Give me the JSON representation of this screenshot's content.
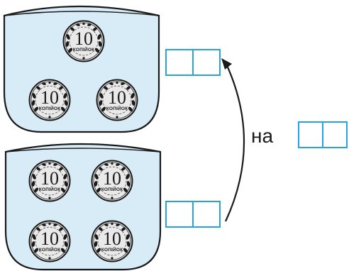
{
  "coin": {
    "value": "10",
    "unit": "КОПІЙОК"
  },
  "comparison_word": "на",
  "colors": {
    "cup_fill": "#d7ecf7",
    "cup_stroke": "#1a1a1a",
    "answer_box_stroke": "#29a3e0",
    "coin_fill": "#e9e9e9"
  },
  "top_cup": {
    "coin_count": 3
  },
  "bottom_cup": {
    "coin_count": 4
  },
  "answer_boxes": {
    "top_cells": [
      "",
      ""
    ],
    "bottom_cells": [
      "",
      ""
    ],
    "difference_cells": [
      "",
      ""
    ]
  }
}
